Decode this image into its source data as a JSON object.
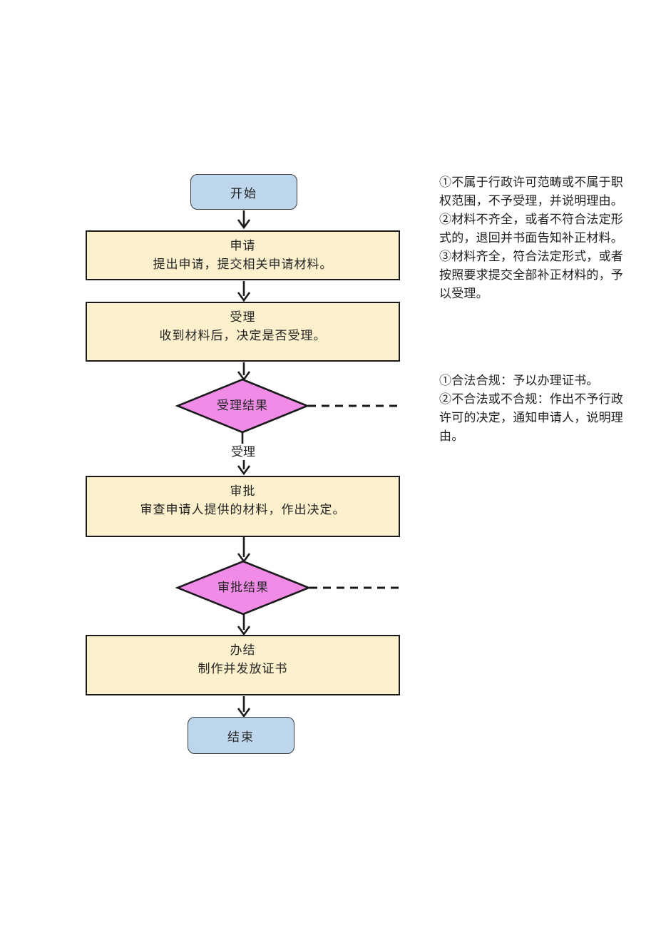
{
  "flowchart": {
    "start": {
      "label": "开始"
    },
    "apply": {
      "title": "申请",
      "desc": "提出申请，提交相关申请材料。"
    },
    "accept": {
      "title": "受理",
      "desc": "收到材料后，决定是否受理。"
    },
    "accept_result": {
      "label": "受理结果"
    },
    "accept_branch_label": "受理",
    "approve": {
      "title": "审批",
      "desc": "审查申请人提供的材料，作出决定。"
    },
    "approve_result": {
      "label": "审批结果"
    },
    "finish": {
      "title": "办结",
      "desc": "制作并发放证书"
    },
    "end": {
      "label": "结束"
    },
    "colors": {
      "terminal_fill": "#bdd6eb",
      "terminal_border": "#3c3c3c",
      "process_fill": "#fdf0cc",
      "process_border": "#1a1a1a",
      "decision_fill": "#f08ce8",
      "decision_border": "#1a1a1a",
      "connector": "#1a1a1a",
      "background": "#ffffff"
    }
  },
  "annotations": {
    "accept_notes": {
      "lines": [
        "①不属于行政许可范畴或不属于职",
        "权范围，不予受理，并说明理由。",
        "②材料不齐全，或者不符合法定形",
        "式的，退回并书面告知补正材料。",
        "③材料齐全，符合法定形式，或者",
        "按照要求提交全部补正材料的，予",
        "以受理。"
      ]
    },
    "decision_notes": {
      "lines": [
        "①合法合规：予以办理证书。",
        "②不合法或不合规：作出不予行政",
        "许可的决定，通知申请人，说明理",
        "由。"
      ]
    }
  }
}
